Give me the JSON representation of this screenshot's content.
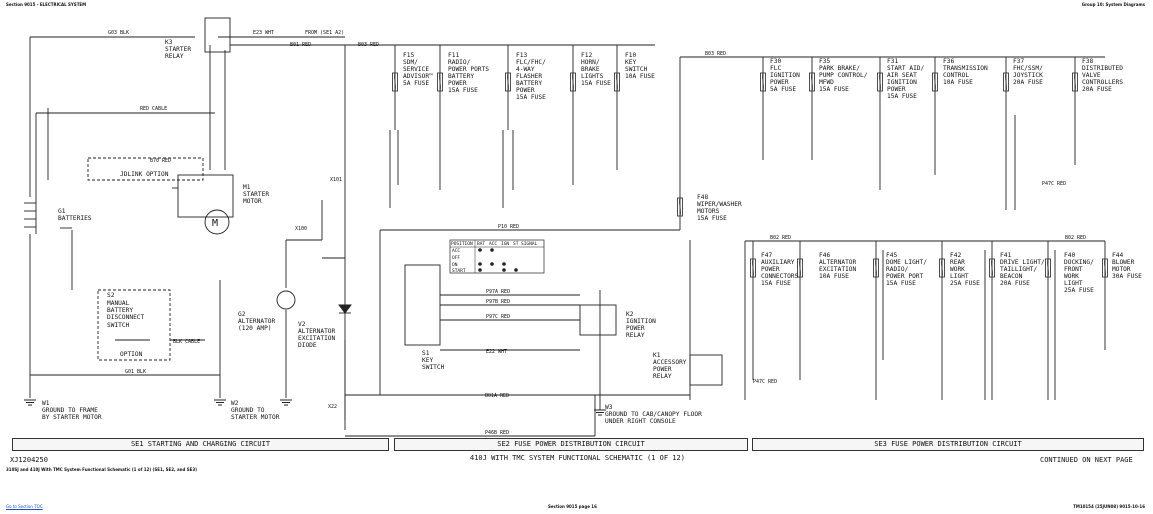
{
  "header": {
    "left": "Section 9015 - ELECTRICAL SYSTEM",
    "right": "Group 10: System Diagrams"
  },
  "sections": {
    "se1": "SE1 STARTING AND CHARGING CIRCUIT",
    "se2": "SE2 FUSE POWER DISTRIBUTION CIRCUIT",
    "se3": "SE3 FUSE POWER DISTRIBUTION CIRCUIT"
  },
  "figure_id": "XJ1204250",
  "schematic_title": "410J WITH TMC SYSTEM FUNCTIONAL SCHEMATIC (1 OF 12)",
  "continued": "CONTINUED ON NEXT PAGE",
  "caption": "310SJ and 410J With TMC System Functional Schematic (1 of 12) (SE1, SE2, and SE3)",
  "footer": {
    "left": "Go to Section TOC",
    "center": "Section 9015 page 16",
    "right": "TM10154 (25JUN08) 9015-10-16"
  },
  "components": {
    "k3": [
      "K3",
      "STARTER",
      "RELAY"
    ],
    "g1": [
      "G1",
      "BATTERIES"
    ],
    "m1": [
      "M1",
      "STARTER",
      "MOTOR"
    ],
    "s2": [
      "S2",
      "MANUAL",
      "BATTERY",
      "DISCONNECT",
      "SWITCH"
    ],
    "g2": [
      "G2",
      "ALTERNATOR",
      "(120 AMP)"
    ],
    "v2": [
      "V2",
      "ALTERNATOR",
      "EXCITATION",
      "DIODE"
    ],
    "w1": [
      "W1",
      "GROUND TO FRAME",
      "BY STARTER MOTOR"
    ],
    "w2": [
      "W2",
      "GROUND TO",
      "STARTER MOTOR"
    ],
    "s1": [
      "S1",
      "KEY",
      "SWITCH"
    ],
    "k2": [
      "K2",
      "IGNITION",
      "POWER",
      "RELAY"
    ],
    "k1": [
      "K1",
      "ACCESSORY",
      "POWER",
      "RELAY"
    ],
    "w3": [
      "W3",
      "GROUND TO CAB/CANOPY FLOOR",
      "UNDER RIGHT CONSOLE"
    ],
    "f48": [
      "F48",
      "WIPER/WASHER",
      "MOTORS",
      "15A FUSE"
    ],
    "jdlink": "JDLINK OPTION",
    "option": "OPTION"
  },
  "fuses_se2": [
    {
      "id": "F15",
      "lines": [
        "SDM/",
        "SERVICE",
        "ADVISOR™",
        "5A FUSE"
      ]
    },
    {
      "id": "F11",
      "lines": [
        "RADIO/",
        "POWER PORTS",
        "BATTERY",
        "POWER",
        "15A FUSE"
      ]
    },
    {
      "id": "F13",
      "lines": [
        "FLC/FHC/",
        "4-WAY",
        "FLASHER",
        "BATTERY",
        "POWER",
        "15A FUSE"
      ]
    },
    {
      "id": "F12",
      "lines": [
        "HORN/",
        "BRAKE",
        "LIGHTS",
        "15A FUSE"
      ]
    },
    {
      "id": "F10",
      "lines": [
        "KEY",
        "SWITCH",
        "10A FUSE"
      ]
    }
  ],
  "fuses_se3_top": [
    {
      "id": "F30",
      "lines": [
        "FLC",
        "IGNITION",
        "POWER",
        "5A FUSE"
      ]
    },
    {
      "id": "F35",
      "lines": [
        "PARK BRAKE/",
        "PUMP CONTROL/",
        "MFWD",
        "15A FUSE"
      ]
    },
    {
      "id": "F31",
      "lines": [
        "START AID/",
        "AIR SEAT",
        "IGNITION",
        "POWER",
        "15A FUSE"
      ]
    },
    {
      "id": "F36",
      "lines": [
        "TRANSMISSION",
        "CONTROL",
        "10A FUSE"
      ]
    },
    {
      "id": "F37",
      "lines": [
        "FHC/SSM/",
        "JOYSTICK",
        "20A FUSE"
      ]
    },
    {
      "id": "F38",
      "lines": [
        "DISTRIBUTED",
        "VALVE",
        "CONTROLLERS",
        "20A FUSE"
      ]
    }
  ],
  "fuses_se3_bottom": [
    {
      "id": "F47",
      "lines": [
        "AUXILIARY",
        "POWER",
        "CONNECTORS",
        "15A FUSE"
      ]
    },
    {
      "id": "F46",
      "lines": [
        "ALTERNATOR",
        "EXCITATION",
        "10A FUSE"
      ]
    },
    {
      "id": "F45",
      "lines": [
        "DOME LIGHT/",
        "RADIO/",
        "POWER PORT",
        "15A FUSE"
      ]
    },
    {
      "id": "F42",
      "lines": [
        "REAR",
        "WORK",
        "LIGHT",
        "25A FUSE"
      ]
    },
    {
      "id": "F41",
      "lines": [
        "DRIVE LIGHT/",
        "TAILLIGHT/",
        "BEACON",
        "20A FUSE"
      ]
    },
    {
      "id": "F40",
      "lines": [
        "DOCKING/",
        "FRONT",
        "WORK",
        "LIGHT",
        "25A FUSE"
      ]
    },
    {
      "id": "F44",
      "lines": [
        "BLOWER",
        "MOTOR",
        "30A FUSE"
      ]
    }
  ],
  "key_switch_table": {
    "headers": [
      "POSITION",
      "BAT",
      "ACC",
      "IGN",
      "ST",
      "SIGNAL"
    ],
    "rows": [
      "ACC",
      "OFF",
      "ON",
      "START"
    ]
  },
  "wire_labels": {
    "g03": "G03 BLK",
    "e23": "E23 WHT",
    "from_a2": "FROM (SE1 A2)",
    "b01": "B01 RED",
    "b03": "B03 RED",
    "b03b": "B03 RED",
    "b02": "B02 RED",
    "b02b": "B02 RED",
    "b70": "B70 RED",
    "red_cable": "RED CABLE",
    "blk_cable": "BLK CABLE",
    "g01": "G01 BLK",
    "p10": "P10 RED",
    "p97a": "P97A RED",
    "p97b": "P97B RED",
    "p97c": "P97C RED",
    "e22": "E22 WHT",
    "b01a": "B01A RED",
    "p46b": "P46B RED",
    "p47c": "P47C RED",
    "p47c2": "P47C RED",
    "x101": "X101",
    "x100": "X100",
    "x22": "X22"
  }
}
